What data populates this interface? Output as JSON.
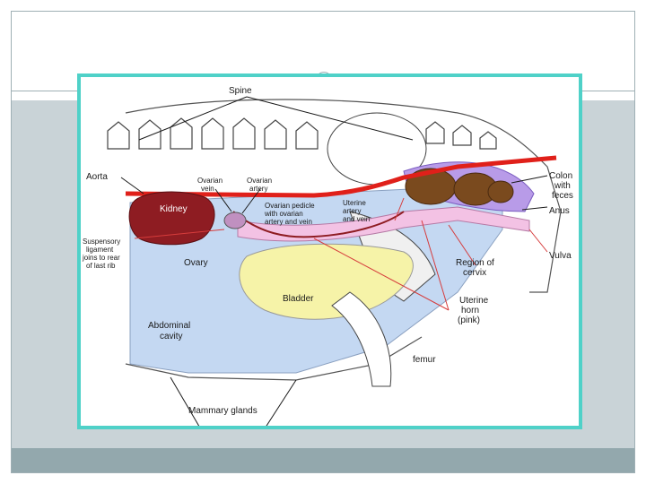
{
  "labels": {
    "spine": "Spine",
    "aorta": "Aorta",
    "kidney": "Kidney",
    "ovarian_vein": [
      "Ovarian",
      "vein"
    ],
    "ovarian_artery": [
      "Ovarian",
      "artery"
    ],
    "ovarian_pedicle": [
      "Ovarian pedicle",
      "with ovarian",
      "artery and vein"
    ],
    "uterine_artery_vein": [
      "Uterine",
      "artery",
      "and vein"
    ],
    "suspensory_ligament": [
      "Suspensory",
      "ligament",
      "joins to rear",
      "of last rib"
    ],
    "ovary": "Ovary",
    "bladder": "Bladder",
    "abdominal_cavity": [
      "Abdominal",
      "cavity"
    ],
    "colon": [
      "Colon",
      "with",
      "feces"
    ],
    "anus": "Anus",
    "vulva": "Vulva",
    "region_of_cervix": [
      "Region of",
      "cervix"
    ],
    "uterine_horn": [
      "Uterine",
      "horn",
      "(pink)"
    ],
    "femur": "femur",
    "mammary_glands": "Mammary glands"
  },
  "colors": {
    "frame_accent": "#4fd1c8",
    "body_band": "#c9d3d7",
    "footer_band": "#93a8ad",
    "abdominal_cavity": "#c4d8f2",
    "bladder": "#f6f3a8",
    "kidney": "#8e1c22",
    "aorta": "#e0201a",
    "uterine_horn": "#f3c2e4",
    "colon": "#7a4a1e",
    "colon_sheath": "#b89be8",
    "pointer_lines": "#d63c3c"
  }
}
